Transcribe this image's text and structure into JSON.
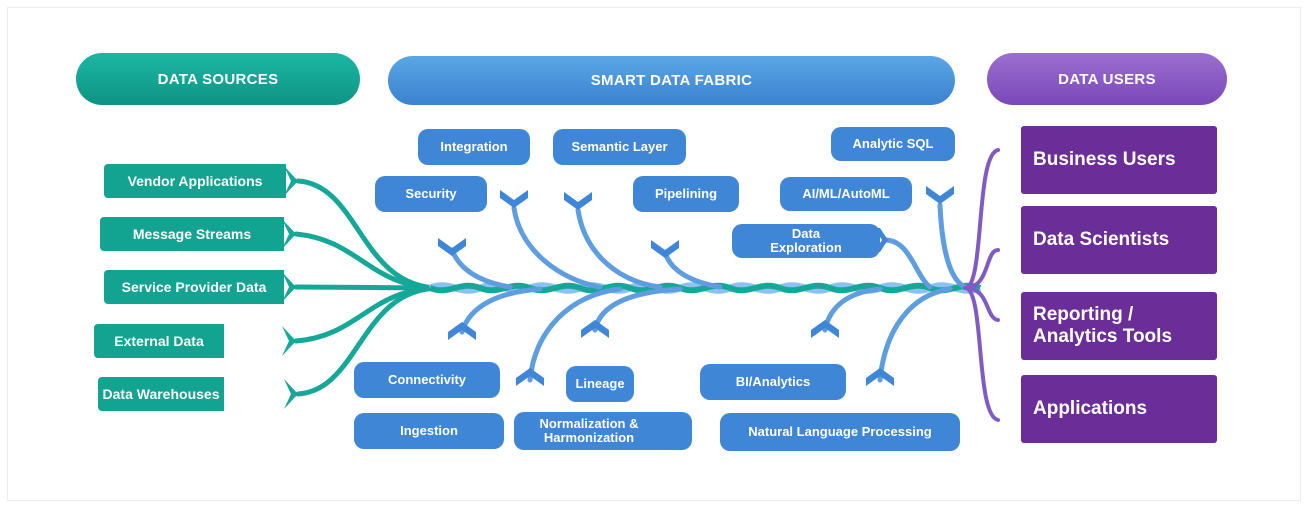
{
  "headers": {
    "sources": "DATA SOURCES",
    "fabric": "SMART DATA FABRIC",
    "users": "DATA USERS"
  },
  "sources": [
    "Vendor Applications",
    "Message Streams",
    "Service Provider Data",
    "External Data",
    "Data Warehouses"
  ],
  "capabilities_top": {
    "integration": "Integration",
    "semantic_layer": "Semantic Layer",
    "analytic_sql": "Analytic SQL",
    "security": "Security",
    "pipelining": "Pipelining",
    "ai_ml": "AI/ML/AutoML",
    "data_exploration": "Data Exploration"
  },
  "capabilities_bottom": {
    "connectivity": "Connectivity",
    "lineage": "Lineage",
    "bi_analytics": "BI/Analytics",
    "ingestion": "Ingestion",
    "normalization": "Normalization & Harmonization",
    "nlp": "Natural Language Processing"
  },
  "users": [
    "Business Users",
    "Data Scientists",
    "Reporting / Analytics Tools",
    "Applications"
  ],
  "colors": {
    "green": "#12a391",
    "blue": "#3f86d6",
    "purple": "#6b2d98",
    "light_blue": "#8cc2f0",
    "teal": "#15a898"
  }
}
